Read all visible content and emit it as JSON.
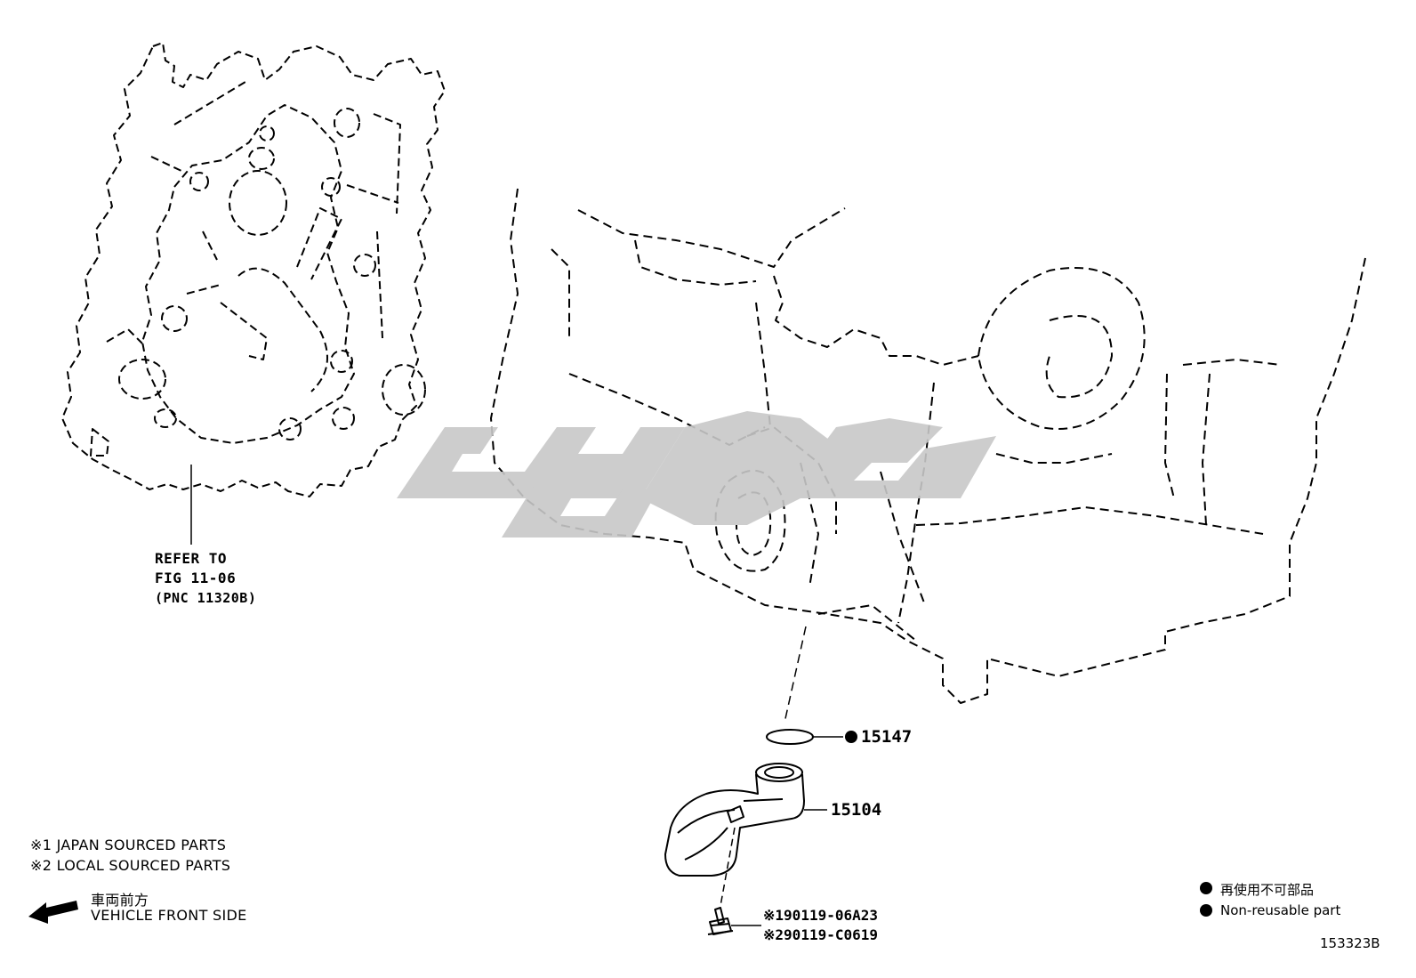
{
  "reference": {
    "line1": "REFER TO",
    "line2": "FIG 11-06",
    "line3": "(PNC 11320B)"
  },
  "parts": [
    {
      "number": "15147",
      "non_reusable": true
    },
    {
      "number": "15104",
      "non_reusable": false
    }
  ],
  "bolt_parts": [
    {
      "note_mark": "※1",
      "number": "90119-06A23"
    },
    {
      "note_mark": "※2",
      "number": "90119-C0619"
    }
  ],
  "notes": [
    {
      "mark": "※1",
      "text": "JAPAN SOURCED PARTS"
    },
    {
      "mark": "※2",
      "text": "LOCAL SOURCED PARTS"
    }
  ],
  "direction": {
    "japanese": "車両前方",
    "english": "VEHICLE FRONT SIDE"
  },
  "legend": {
    "japanese": "再使用不可部品",
    "english": "Non-reusable part"
  },
  "illustration_id": "153323B",
  "colors": {
    "line": "#000000",
    "watermark": "#c8c8c8",
    "background": "#ffffff"
  }
}
